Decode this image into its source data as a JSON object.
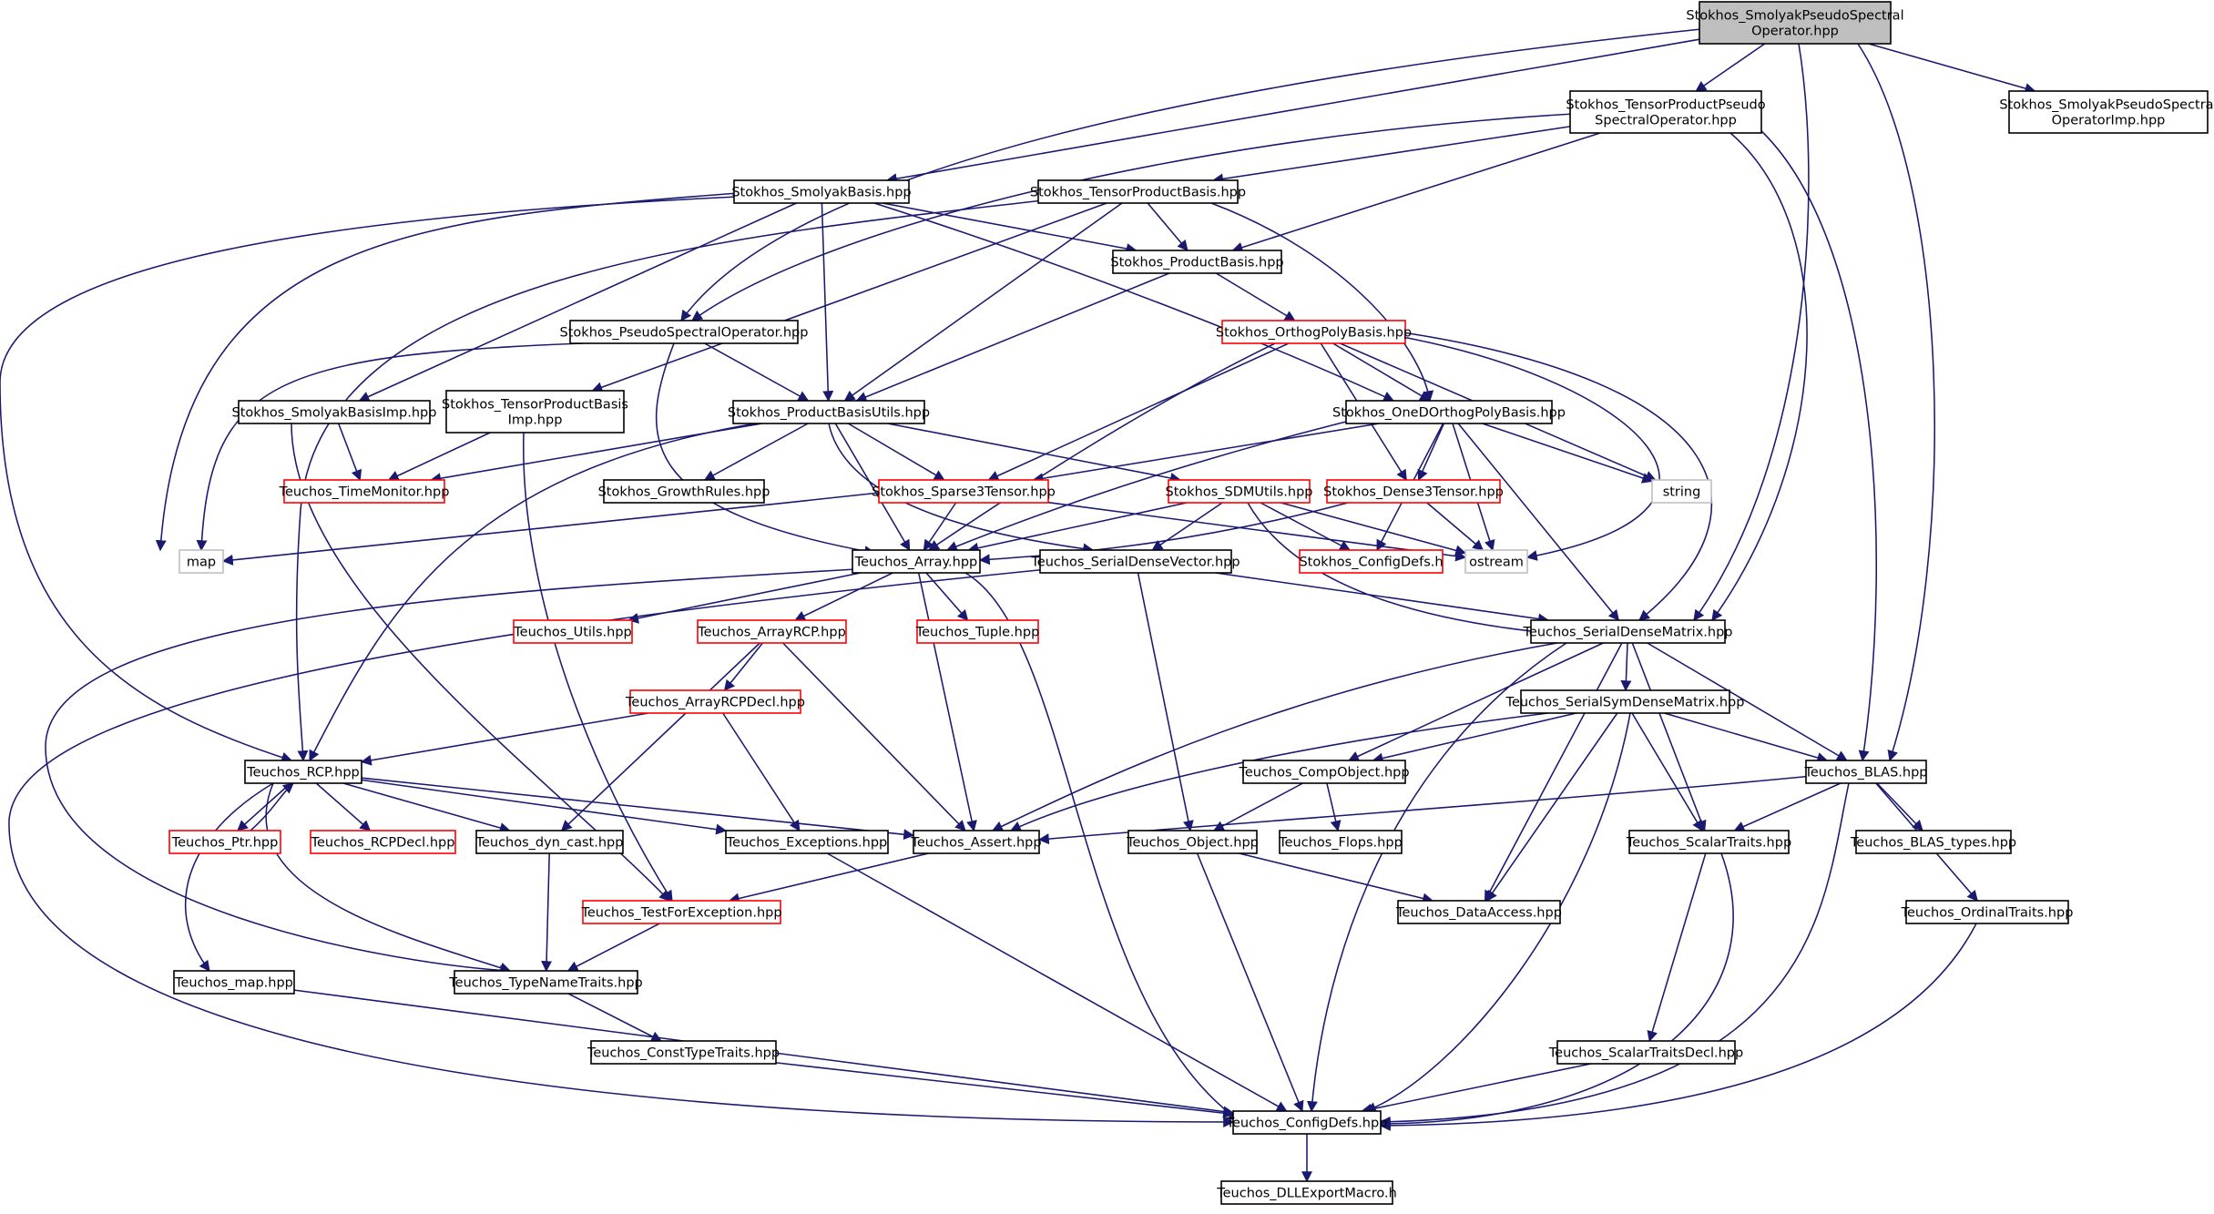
{
  "colors": {
    "edge": "#191970",
    "node_border_default": "#000000",
    "node_border_truncated": "#ff0000",
    "node_border_external": "#bfbfbf",
    "node_fill_root": "#bfbfbf",
    "node_fill_default": "#ffffff"
  },
  "nodes": [
    {
      "id": "root",
      "lines": [
        "Stokhos_SmolyakPseudoSpectral",
        "Operator.hpp"
      ],
      "kind": "root"
    },
    {
      "id": "tpps",
      "lines": [
        "Stokhos_TensorProductPseudo",
        "SpectralOperator.hpp"
      ],
      "kind": "normal"
    },
    {
      "id": "spsoi",
      "lines": [
        "Stokhos_SmolyakPseudoSpectral",
        "OperatorImp.hpp"
      ],
      "kind": "normal"
    },
    {
      "id": "smb",
      "lines": [
        "Stokhos_SmolyakBasis.hpp"
      ],
      "kind": "normal"
    },
    {
      "id": "tpb",
      "lines": [
        "Stokhos_TensorProductBasis.hpp"
      ],
      "kind": "normal"
    },
    {
      "id": "pb",
      "lines": [
        "Stokhos_ProductBasis.hpp"
      ],
      "kind": "normal"
    },
    {
      "id": "ps",
      "lines": [
        "Stokhos_PseudoSpectralOperator.hpp"
      ],
      "kind": "normal"
    },
    {
      "id": "opb",
      "lines": [
        "Stokhos_OrthogPolyBasis.hpp"
      ],
      "kind": "truncated"
    },
    {
      "id": "smbi",
      "lines": [
        "Stokhos_SmolyakBasisImp.hpp"
      ],
      "kind": "normal"
    },
    {
      "id": "tpbi",
      "lines": [
        "Stokhos_TensorProductBasis",
        "Imp.hpp"
      ],
      "kind": "normal"
    },
    {
      "id": "pbu",
      "lines": [
        "Stokhos_ProductBasisUtils.hpp"
      ],
      "kind": "normal"
    },
    {
      "id": "oned",
      "lines": [
        "Stokhos_OneDOrthogPolyBasis.hpp"
      ],
      "kind": "normal"
    },
    {
      "id": "tm",
      "lines": [
        "Teuchos_TimeMonitor.hpp"
      ],
      "kind": "truncated"
    },
    {
      "id": "gr",
      "lines": [
        "Stokhos_GrowthRules.hpp"
      ],
      "kind": "normal"
    },
    {
      "id": "s3t",
      "lines": [
        "Stokhos_Sparse3Tensor.hpp"
      ],
      "kind": "truncated"
    },
    {
      "id": "sdm",
      "lines": [
        "Stokhos_SDMUtils.hpp"
      ],
      "kind": "truncated"
    },
    {
      "id": "d3t",
      "lines": [
        "Stokhos_Dense3Tensor.hpp"
      ],
      "kind": "truncated"
    },
    {
      "id": "str",
      "lines": [
        "string"
      ],
      "kind": "external"
    },
    {
      "id": "map",
      "lines": [
        "map"
      ],
      "kind": "external"
    },
    {
      "id": "arr",
      "lines": [
        "Teuchos_Array.hpp"
      ],
      "kind": "normal"
    },
    {
      "id": "sdv",
      "lines": [
        "Teuchos_SerialDenseVector.hpp"
      ],
      "kind": "normal"
    },
    {
      "id": "scd",
      "lines": [
        "Stokhos_ConfigDefs.h"
      ],
      "kind": "truncated"
    },
    {
      "id": "ost",
      "lines": [
        "ostream"
      ],
      "kind": "external"
    },
    {
      "id": "ut",
      "lines": [
        "Teuchos_Utils.hpp"
      ],
      "kind": "truncated"
    },
    {
      "id": "arcp",
      "lines": [
        "Teuchos_ArrayRCP.hpp"
      ],
      "kind": "truncated"
    },
    {
      "id": "tup",
      "lines": [
        "Teuchos_Tuple.hpp"
      ],
      "kind": "truncated"
    },
    {
      "id": "sdmx",
      "lines": [
        "Teuchos_SerialDenseMatrix.hpp"
      ],
      "kind": "normal"
    },
    {
      "id": "arcpd",
      "lines": [
        "Teuchos_ArrayRCPDecl.hpp"
      ],
      "kind": "truncated"
    },
    {
      "id": "ssdm",
      "lines": [
        "Teuchos_SerialSymDenseMatrix.hpp"
      ],
      "kind": "normal"
    },
    {
      "id": "rcp",
      "lines": [
        "Teuchos_RCP.hpp"
      ],
      "kind": "normal"
    },
    {
      "id": "co",
      "lines": [
        "Teuchos_CompObject.hpp"
      ],
      "kind": "normal"
    },
    {
      "id": "blas",
      "lines": [
        "Teuchos_BLAS.hpp"
      ],
      "kind": "normal"
    },
    {
      "id": "ptr",
      "lines": [
        "Teuchos_Ptr.hpp"
      ],
      "kind": "truncated"
    },
    {
      "id": "rcpd",
      "lines": [
        "Teuchos_RCPDecl.hpp"
      ],
      "kind": "truncated"
    },
    {
      "id": "dc",
      "lines": [
        "Teuchos_dyn_cast.hpp"
      ],
      "kind": "normal"
    },
    {
      "id": "exc",
      "lines": [
        "Teuchos_Exceptions.hpp"
      ],
      "kind": "normal"
    },
    {
      "id": "as",
      "lines": [
        "Teuchos_Assert.hpp"
      ],
      "kind": "normal"
    },
    {
      "id": "obj",
      "lines": [
        "Teuchos_Object.hpp"
      ],
      "kind": "normal"
    },
    {
      "id": "fl",
      "lines": [
        "Teuchos_Flops.hpp"
      ],
      "kind": "normal"
    },
    {
      "id": "st",
      "lines": [
        "Teuchos_ScalarTraits.hpp"
      ],
      "kind": "normal"
    },
    {
      "id": "blt",
      "lines": [
        "Teuchos_BLAS_types.hpp"
      ],
      "kind": "normal"
    },
    {
      "id": "tfe",
      "lines": [
        "Teuchos_TestForException.hpp"
      ],
      "kind": "truncated"
    },
    {
      "id": "da",
      "lines": [
        "Teuchos_DataAccess.hpp"
      ],
      "kind": "normal"
    },
    {
      "id": "ot",
      "lines": [
        "Teuchos_OrdinalTraits.hpp"
      ],
      "kind": "normal"
    },
    {
      "id": "tmap",
      "lines": [
        "Teuchos_map.hpp"
      ],
      "kind": "normal"
    },
    {
      "id": "tnt",
      "lines": [
        "Teuchos_TypeNameTraits.hpp"
      ],
      "kind": "normal"
    },
    {
      "id": "ctt",
      "lines": [
        "Teuchos_ConstTypeTraits.hpp"
      ],
      "kind": "normal"
    },
    {
      "id": "std",
      "lines": [
        "Teuchos_ScalarTraitsDecl.hpp"
      ],
      "kind": "normal"
    },
    {
      "id": "cd",
      "lines": [
        "Teuchos_ConfigDefs.hpp"
      ],
      "kind": "normal"
    },
    {
      "id": "dll",
      "lines": [
        "Teuchos_DLLExportMacro.h"
      ],
      "kind": "normal"
    }
  ]
}
